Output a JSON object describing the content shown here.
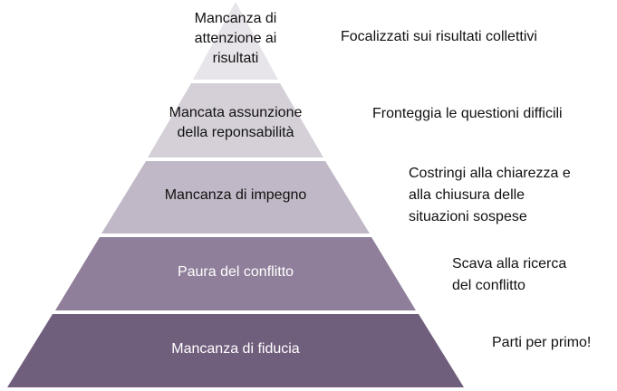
{
  "diagram": {
    "tiers": [
      {
        "label": "Mancanza di\nattenzione ai\nrisultati",
        "color": "#e8e5ea"
      },
      {
        "label": "Mancata assunzione\ndella reponsabilità",
        "color": "#d5cfd8"
      },
      {
        "label": "Mancanza di impegno",
        "color": "#c0b8c6"
      },
      {
        "label": "Paura del conflitto",
        "color": "#8f7f9a"
      },
      {
        "label": "Mancanza di fiducia",
        "color": "#6f5e7c"
      }
    ],
    "actions": [
      {
        "label": "Focalizzati sui risultati collettivi"
      },
      {
        "label": "Fronteggia le questioni difficili"
      },
      {
        "label": "Costringi alla chiarezza e\nalla chiusura delle\nsituazioni sospese"
      },
      {
        "label": "Scava alla ricerca\ndel conflitto"
      },
      {
        "label": "Parti per primo!"
      }
    ]
  }
}
